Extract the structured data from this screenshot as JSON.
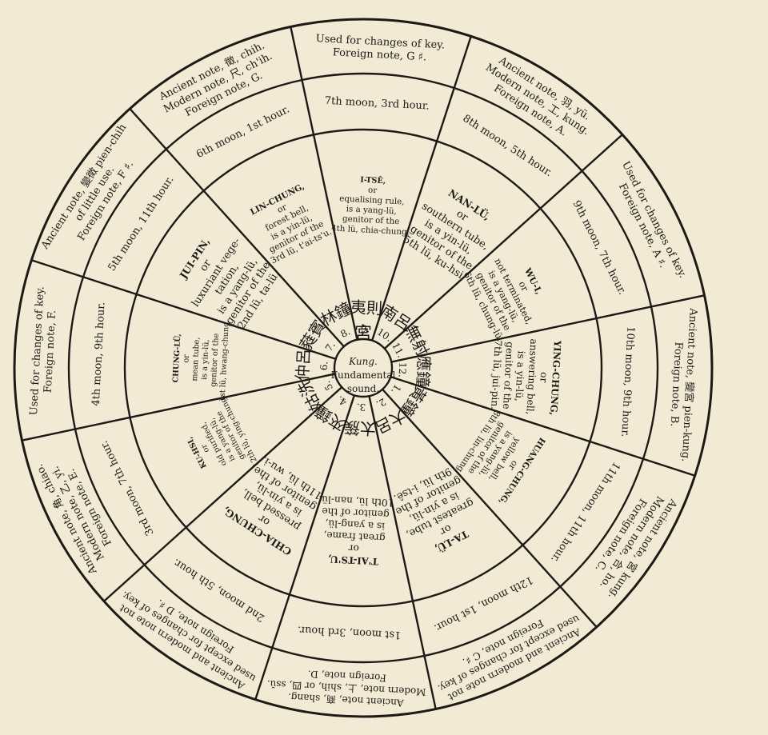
{
  "center": {
    "char": "宮",
    "name": "Kung.",
    "sub1": "Fundamental",
    "sub2": "sound."
  },
  "segments": [
    {
      "num": "1.",
      "chars": "黃鐘",
      "lu": [
        "HUANG-CHUNG,",
        "or",
        "yellow bell,",
        "is a yang-lü,",
        "genitor of the",
        "8th lü, lin-chung."
      ],
      "moon": "11th moon, 11th hour.",
      "note": [
        "Ancient note, 宮 kung.",
        "Modern note, 合, ho.",
        "Foreign note, C."
      ]
    },
    {
      "num": "2.",
      "chars": "大呂",
      "lu": [
        "TA-LÜ,",
        "or",
        "greatest tube,",
        "is a yin-lü,",
        "genitor of the",
        "9th lü, i-tsê."
      ],
      "moon": "12th moon, 1st hour.",
      "note": [
        "Ancient and modern note not",
        "used except for changes of key.",
        "Foreign note, C ♯."
      ]
    },
    {
      "num": "3.",
      "chars": "太簇",
      "lu": [
        "T'AI-TS'U,",
        "or",
        "great frame,",
        "is a yang-lü,",
        "genitor of the",
        "10th lü, nan-lü."
      ],
      "moon": "1st moon, 3rd hour.",
      "note": [
        "Ancient note, 商, shang.",
        "Modern note, 上, shih, or 四, ssŭ.",
        "Foreign note, D."
      ]
    },
    {
      "num": "4.",
      "chars": "夾鐘",
      "lu": [
        "CHIA-CHUNG,",
        "or",
        "pressed bell,",
        "is a yin-lü,",
        "genitor of the",
        "11th lü, wu-i."
      ],
      "moon": "2nd moon, 5th hour.",
      "note": [
        "Ancient and modern note not",
        "used except for changes of key.",
        "Foreign note, D ♯."
      ]
    },
    {
      "num": "5.",
      "chars": "姑洗",
      "lu": [
        "KU-HSI,",
        "or",
        "old purified,",
        "is a yang-lü,",
        "genitor of the",
        "12th lü, ying-chung."
      ],
      "moon": "3rd moon, 7th hour.",
      "note": [
        "Ancient note, 角, chiao.",
        "Modern note, 乙, yi.",
        "Foreign note, E."
      ]
    },
    {
      "num": "6.",
      "chars": "仲呂",
      "lu": [
        "CHUNG-LÜ,",
        "or",
        "mean tube,",
        "is a yin-lü,",
        "genitor of the",
        "1st lü, hwang-chung."
      ],
      "moon": "4th moon, 9th hour.",
      "note": [
        "Used for changes of key.",
        "Foreign note, F."
      ]
    },
    {
      "num": "7.",
      "chars": "蕤賓",
      "lu": [
        "JUI-PIN,",
        "or",
        "luxuriant vege-",
        "tation,",
        "is a yang-lü,",
        "genitor of the",
        "2nd lü, ta-lü."
      ],
      "moon": "5th moon, 11th hour.",
      "note": [
        "Ancient note, 變徵 pien-chih",
        "of little use.",
        "Foreign note, F ♯."
      ]
    },
    {
      "num": "8.",
      "chars": "林鐘",
      "lu": [
        "LIN-CHUNG,",
        "or",
        "forest bell,",
        "is a yin-lü,",
        "genitor of the",
        "3rd lü, t'ai-ts'u."
      ],
      "moon": "6th moon, 1st hour.",
      "note": [
        "Ancient note, 徵, chih.",
        "Modern note, 尺, ch'ih.",
        "Foreign note, G."
      ]
    },
    {
      "num": "9.",
      "chars": "夷則",
      "lu": [
        "I-TSÊ,",
        "or",
        "equalising rule,",
        "is a yang-lü,",
        "genitor of the",
        "4th lü, chia-chung."
      ],
      "moon": "7th moon, 3rd hour.",
      "note": [
        "Used for changes of key.",
        "Foreign note, G ♯."
      ]
    },
    {
      "num": "10.",
      "chars": "南呂",
      "lu": [
        "NAN-LÜ,",
        "or",
        "southern tube,",
        "is a yin-lü,",
        "genitor of the",
        "5th lü, ku-hsi."
      ],
      "moon": "8th moon, 5th hour.",
      "note": [
        "Ancient note, 羽, yü.",
        "Modern note, 工, kung.",
        "Foreign note, A."
      ]
    },
    {
      "num": "11.",
      "chars": "無射",
      "lu": [
        "WU-I,",
        "or",
        "not terminated,",
        "is a yang-lü,",
        "genitor of the",
        "6th lü, chung-lü."
      ],
      "moon": "9th moon, 7th hour.",
      "note": [
        "Used for changes of key.",
        "Foreign note, A ♯."
      ]
    },
    {
      "num": "12.",
      "chars": "應鐘",
      "lu": [
        "YING-CHUNG,",
        "or",
        "answering bell,",
        "is a yin-lü,",
        "genitor of the",
        "7th lü, jui-pin."
      ],
      "moon": "10th moon, 9th hour.",
      "note": [
        "Ancient note, 變宮 pien-kung.",
        "Foreign note, B."
      ]
    }
  ]
}
